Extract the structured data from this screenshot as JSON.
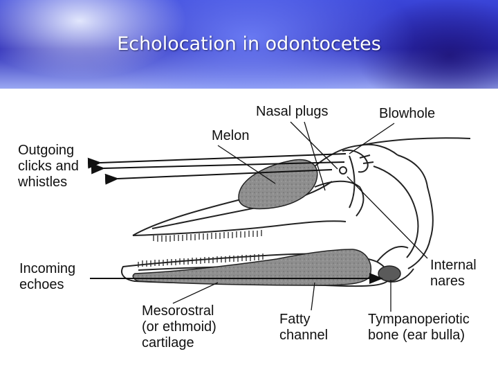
{
  "slide": {
    "title": "Echolocation in odontocetes"
  },
  "labels": {
    "nasal_plugs": "Nasal plugs",
    "blowhole": "Blowhole",
    "melon": "Melon",
    "outgoing": "Outgoing\nclicks and\nwhistles",
    "incoming": "Incoming\nechoes",
    "internal_nares": "Internal\nnares",
    "mesorostral": "Mesorostral\n(or ethmoid)\ncartilage",
    "fatty_channel": "Fatty\nchannel",
    "tympanoperiotic": "Tympanoperiotic\nbone (ear bulla)"
  }
}
